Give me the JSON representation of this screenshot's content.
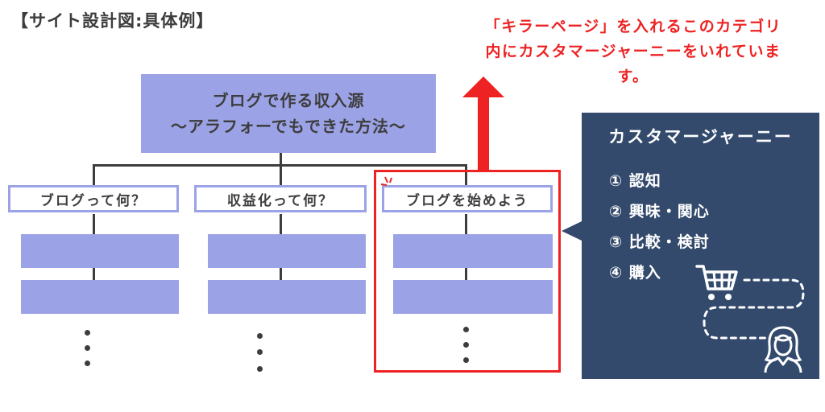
{
  "heading": "【サイト設計図:具体例】",
  "note": {
    "line1": "「キラーページ」を入れるこのカテゴリ",
    "line2": "内にカスタマージャーニーをいれていま",
    "line3": "す。"
  },
  "top_box": {
    "line1": "ブログで作る収入源",
    "line2": "〜アラフォーでもできた方法〜"
  },
  "categories": [
    {
      "label": "ブログって何？"
    },
    {
      "label": "収益化って何？"
    },
    {
      "label": "ブログを始めよう"
    }
  ],
  "journey": {
    "title": "カスタマージャーニー",
    "steps": [
      "① 認知",
      "② 興味・関心",
      "③ 比較・検討",
      "④ 購入"
    ]
  },
  "colors": {
    "box_fill": "#9ba3e6",
    "panel": "#334a6d",
    "highlight": "#ee2222",
    "text": "#3d3d3d"
  }
}
